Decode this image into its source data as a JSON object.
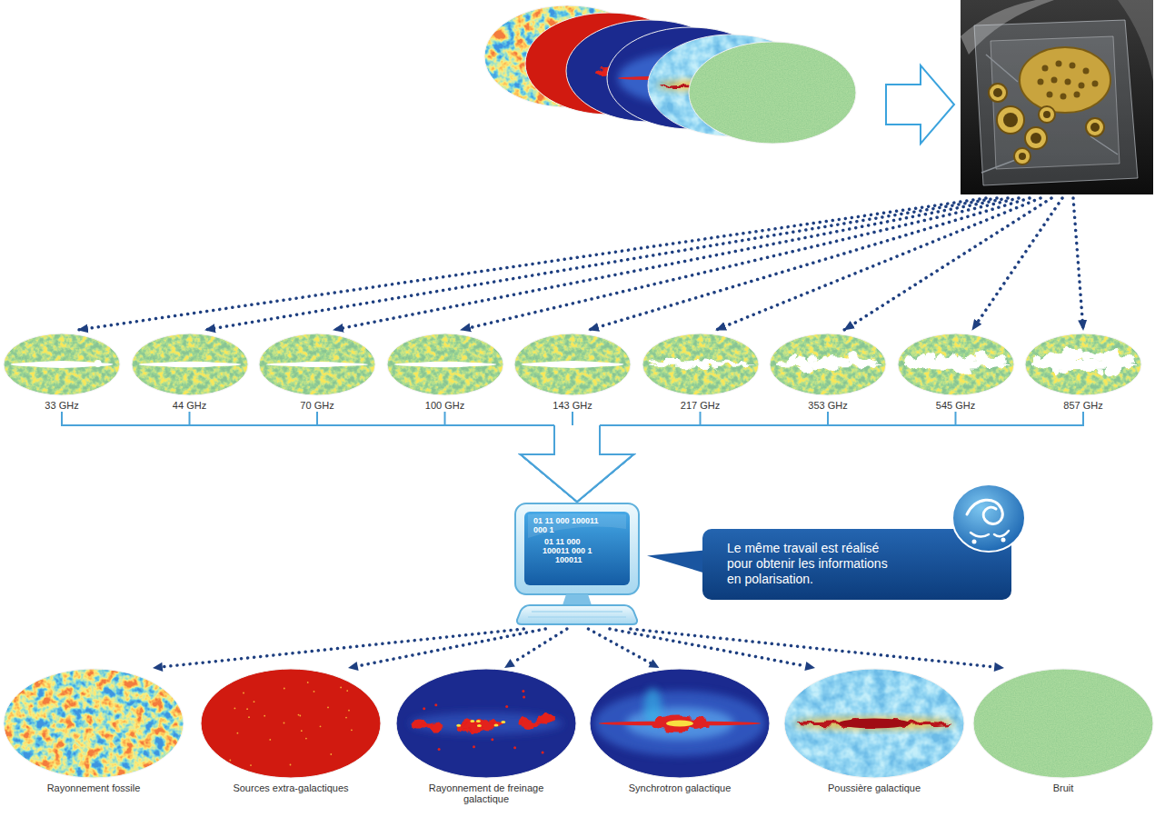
{
  "diagram": {
    "nodes": [
      {
        "text": [
          "33 GHz"
        ]
      },
      {
        "text": [
          "44 GHz"
        ]
      },
      {
        "text": [
          "70 GHz"
        ]
      },
      {
        "text": [
          "100 GHz"
        ]
      },
      {
        "text": [
          "143 GHz"
        ]
      },
      {
        "text": [
          "217 GHz"
        ]
      },
      {
        "text": [
          "353 GHz"
        ]
      },
      {
        "text": [
          "545 GHz"
        ]
      },
      {
        "text": [
          "857 GHz"
        ]
      },
      {
        "text": [
          "01 11 000 100011",
          "000 1",
          "01 11 000",
          "100011 000 1",
          "100011"
        ]
      },
      {
        "text": [
          "Le même travail est réalisé pour obtenir les informations en polarisation."
        ]
      },
      {
        "text": [
          "Rayonnement fossile"
        ]
      },
      {
        "text": [
          "Sources extra-galactiques"
        ]
      },
      {
        "text": [
          "Rayonnement de freinage galactique"
        ]
      },
      {
        "text": [
          "Synchrotron galactique"
        ]
      },
      {
        "text": [
          "Poussière galactique"
        ]
      },
      {
        "text": [
          "Bruit"
        ]
      }
    ],
    "edges": [
      {
        "from": 0,
        "to": 9,
        "arrow": "to"
      },
      {
        "from": 1,
        "to": 9,
        "arrow": "to"
      },
      {
        "from": 2,
        "to": 9,
        "arrow": "to"
      },
      {
        "from": 3,
        "to": 9,
        "arrow": "to"
      },
      {
        "from": 4,
        "to": 9,
        "arrow": "to"
      },
      {
        "from": 5,
        "to": 9,
        "arrow": "to"
      },
      {
        "from": 6,
        "to": 9,
        "arrow": "to"
      },
      {
        "from": 7,
        "to": 9,
        "arrow": "to"
      },
      {
        "from": 8,
        "to": 9,
        "arrow": "to"
      },
      {
        "from": 9,
        "to": 11,
        "arrow": "to"
      },
      {
        "from": 9,
        "to": 12,
        "arrow": "to"
      },
      {
        "from": 9,
        "to": 13,
        "arrow": "to"
      },
      {
        "from": 9,
        "to": 14,
        "arrow": "to"
      },
      {
        "from": 9,
        "to": 15,
        "arrow": "to"
      },
      {
        "from": 9,
        "to": 16,
        "arrow": "to"
      }
    ]
  }
}
